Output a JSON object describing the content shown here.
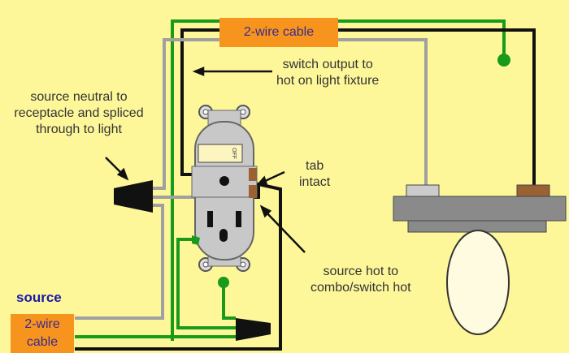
{
  "diagram": {
    "title": "Switch/receptacle combo wiring to light fixture",
    "labels": {
      "top_cable": "2-wire cable",
      "switch_output": [
        "switch output to",
        "hot on light fixture"
      ],
      "source_neutral": [
        "source neutral to",
        "receptacle and spliced",
        "through to light"
      ],
      "tab": [
        "tab",
        "intact"
      ],
      "source_hot": [
        "source hot to",
        "combo/switch hot"
      ],
      "source": "source",
      "source_cable": [
        "2-wire",
        "cable"
      ],
      "switch_off": "OFF"
    },
    "colors": {
      "background": "#fdf79a",
      "cable_box": "#f7941d",
      "cable_text": "#3b2a8f",
      "source_text": "#1a1aa8",
      "ground_wire": "#1a9a1a",
      "hot_wire": "#111111",
      "neutral_wire": "#a0a0a0",
      "device": "#c8c8c8",
      "fixture": "#8a8a8a",
      "bulb": "#fffbe0",
      "brass_terminal": "#9a6233"
    }
  }
}
